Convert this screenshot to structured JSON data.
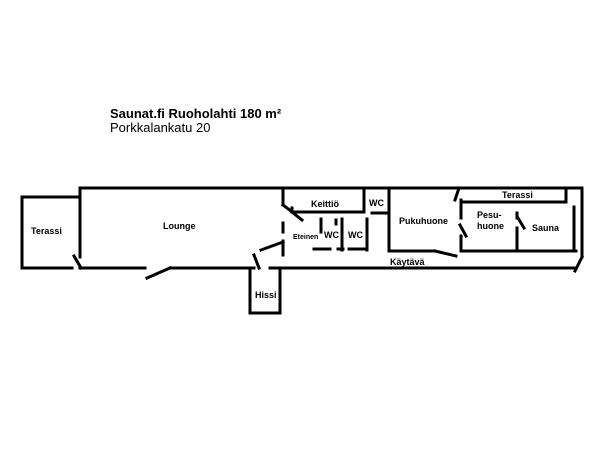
{
  "header": {
    "title": "Saunat.fi Ruoholahti 180 m²",
    "address": "Porkkalankatu 20"
  },
  "rooms": {
    "terassi_left": "Terassi",
    "lounge": "Lounge",
    "keittio": "Keittiö",
    "wc_top": "WC",
    "eteinen": "Eteinen",
    "wc_1": "WC",
    "wc_2": "WC",
    "pukuhuone": "Pukuhuone",
    "terassi_right": "Terassi",
    "pesuhuone_1": "Pesu-",
    "pesuhuone_2": "huone",
    "sauna": "Sauna",
    "kaytava": "Käytävä",
    "hissi": "Hissi"
  }
}
